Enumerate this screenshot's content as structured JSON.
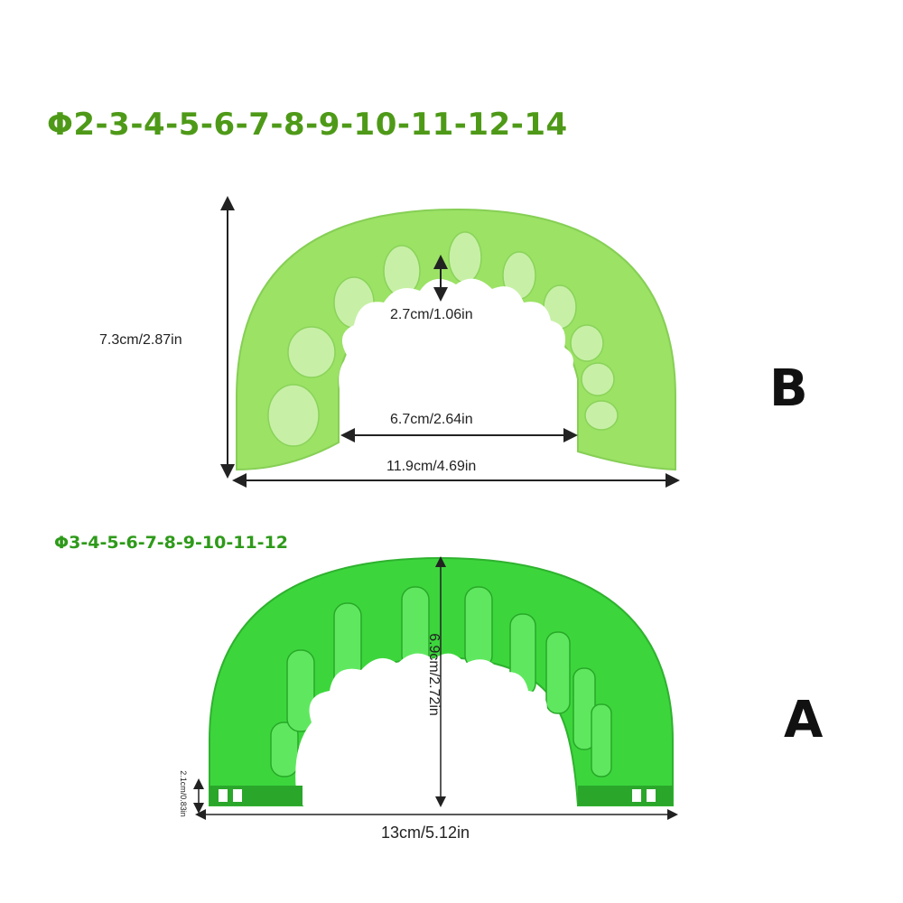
{
  "product_b": {
    "size_range": "Φ2-3-4-5-6-7-8-9-10-11-12-14",
    "label": "B",
    "height": "7.3cm/2.87in",
    "slot_depth": "2.7cm/1.06in",
    "inner_width": "6.7cm/2.64in",
    "outer_width": "11.9cm/4.69in"
  },
  "product_a": {
    "size_range": "Φ3-4-5-6-7-8-9-10-11-12",
    "label": "A",
    "height": "6.9cm/2.72in",
    "thickness": "2.1cm/0.83in",
    "outer_width": "13cm/5.12in"
  },
  "colors": {
    "product_b_green": "#9be265",
    "product_a_green": "#3cd63c",
    "title_green": "#4e9a18"
  }
}
